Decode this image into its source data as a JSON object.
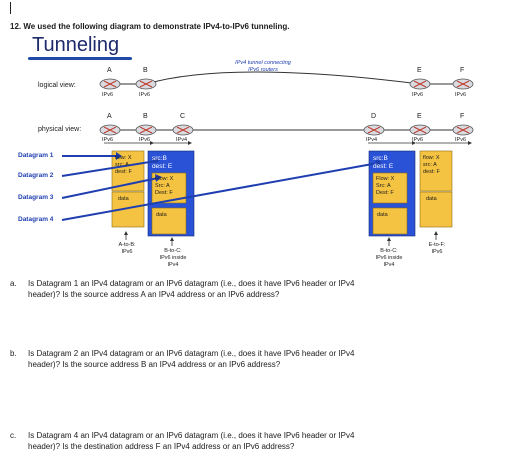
{
  "question_heading": "12. We used the following diagram to demonstrate IPv4-to-IPv6 tunneling.",
  "slide": {
    "title": "Tunneling",
    "logical_view_label": "logical view:",
    "physical_view_label": "physical view:",
    "tunnel_label": "IPv4 tunnel connecting IPv6 routers",
    "logical_nodes": [
      {
        "letter": "A",
        "proto": "IPv6"
      },
      {
        "letter": "B",
        "proto": "IPv6"
      },
      {
        "letter": "E",
        "proto": "IPv6"
      },
      {
        "letter": "F",
        "proto": "IPv6"
      }
    ],
    "physical_nodes": [
      {
        "letter": "A",
        "proto": "IPv6"
      },
      {
        "letter": "B",
        "proto": "IPv6"
      },
      {
        "letter": "C",
        "proto": "IPv4"
      },
      {
        "letter": "D",
        "proto": "IPv4"
      },
      {
        "letter": "E",
        "proto": "IPv6"
      },
      {
        "letter": "F",
        "proto": "IPv6"
      }
    ],
    "datagram_labels": [
      "Datagram 1",
      "Datagram 2",
      "Datagram 3",
      "Datagram 4"
    ],
    "packet_ab": {
      "line1": "flow: X",
      "line2": "src: A",
      "line3": "dest: F",
      "data": "data"
    },
    "packet_bc": {
      "outer1": "src:B",
      "outer2": "dest: E",
      "inner1": "Flow: X",
      "inner2": "Src: A",
      "inner3": "Dest: F",
      "data": "data"
    },
    "packet_de": {
      "outer1": "src:B",
      "outer2": "dest: E",
      "inner1": "Flow: X",
      "inner2": "Src: A",
      "inner3": "Dest: F",
      "data": "data"
    },
    "packet_ef": {
      "line1": "flow: X",
      "line2": "src: A",
      "line3": "dest: F",
      "data": "data"
    },
    "captions": [
      {
        "line1": "A-to-B:",
        "line2": "IPv6",
        "line3": ""
      },
      {
        "line1": "B-to-C:",
        "line2": "IPv6 inside",
        "line3": "IPv4"
      },
      {
        "line1": "B-to-C:",
        "line2": "IPv6 inside",
        "line3": "IPv4"
      },
      {
        "line1": "E-to-F:",
        "line2": "IPv6",
        "line3": ""
      }
    ]
  },
  "questions": [
    {
      "marker": "a.",
      "line1": "Is Datagram 1 an IPv4 datagram or an IPv6 datagram (i.e., does it have IPv6 header or IPv4",
      "line2": "header)? Is the source address A an IPv4 address or an IPv6 address?"
    },
    {
      "marker": "b.",
      "line1": "Is Datagram 2 an IPv4 datagram or an IPv6 datagram (i.e., does it have IPv6 header or IPv4",
      "line2": "header)? Is the source address B an IPv4 address or an IPv6 address?"
    },
    {
      "marker": "c.",
      "line1": "Is Datagram 4 an IPv4 datagram or an IPv6 datagram (i.e., does it have IPv6 header or IPv4",
      "line2": "header)? Is the destination address F an IPv4 address or an IPv6 address?"
    }
  ],
  "colors": {
    "ipv6_packet": "#f5c342",
    "ipv4_packet": "#2a52d6",
    "arrow": "#1f3fb0",
    "router_fill": "#d9dbe0",
    "router_cross": "#c0392b"
  }
}
